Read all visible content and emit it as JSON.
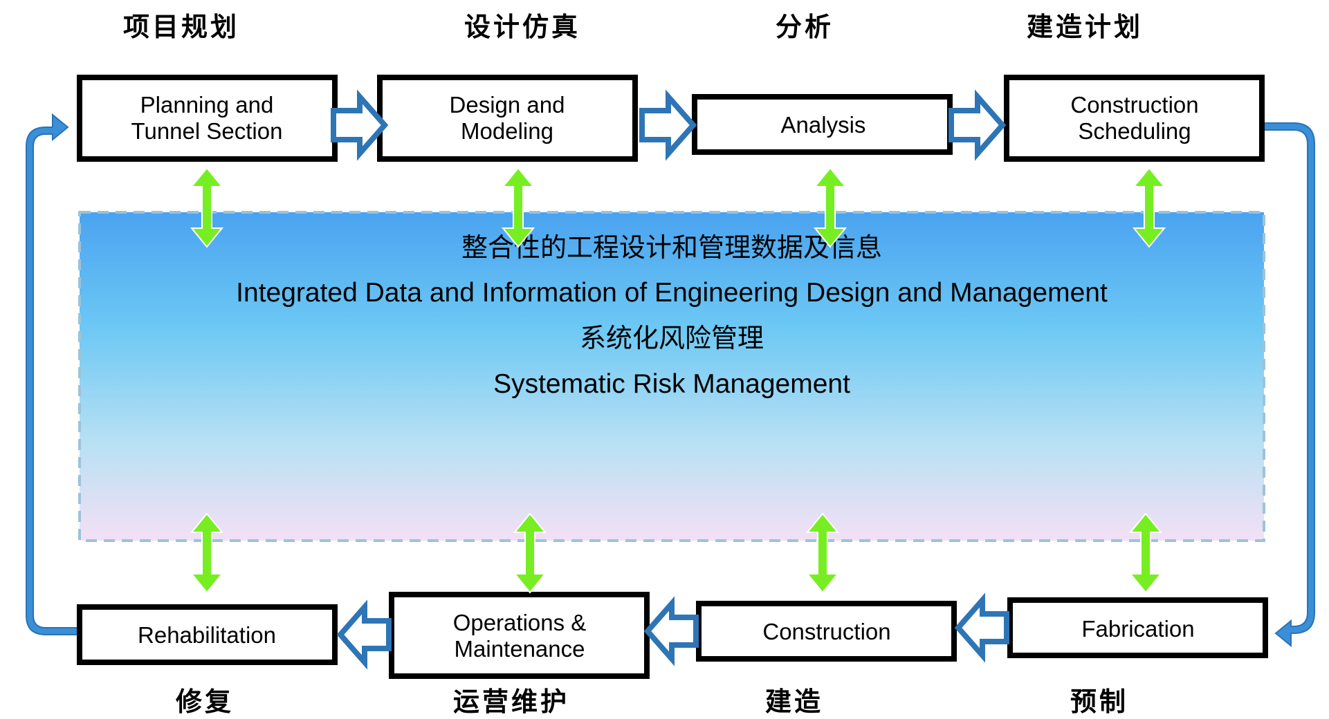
{
  "top_stages": [
    {
      "zh": "项目规划",
      "line1": "Planning and",
      "line2": "Tunnel Section"
    },
    {
      "zh": "设计仿真",
      "line1": "Design and",
      "line2": "Modeling"
    },
    {
      "zh": "分析",
      "line1": "Analysis",
      "line2": ""
    },
    {
      "zh": "建造计划",
      "line1": "Construction",
      "line2": "Scheduling"
    }
  ],
  "bottom_stages": [
    {
      "zh": "修复",
      "line1": "Rehabilitation",
      "line2": ""
    },
    {
      "zh": "运营维护",
      "line1": "Operations &",
      "line2": "Maintenance"
    },
    {
      "zh": "建造",
      "line1": "Construction",
      "line2": ""
    },
    {
      "zh": "预制",
      "line1": "Fabrication",
      "line2": ""
    }
  ],
  "center_panel": {
    "line1_zh": "整合性的工程设计和管理数据及信息",
    "line2_en": "Integrated Data and Information of Engineering Design and Management",
    "line3_zh": "系统化风险管理",
    "line4_en": "Systematic Risk Management"
  },
  "colors": {
    "box_border": "#000000",
    "flow_arrow_stroke": "#2e75b6",
    "loop_arrow": "#3a8fd6",
    "sync_arrow": "#77ee22",
    "panel_top": "#4aa3f0",
    "panel_mid": "#6cc8f4",
    "panel_bottom": "#f3e0f5",
    "panel_border": "#9cc3d8"
  }
}
